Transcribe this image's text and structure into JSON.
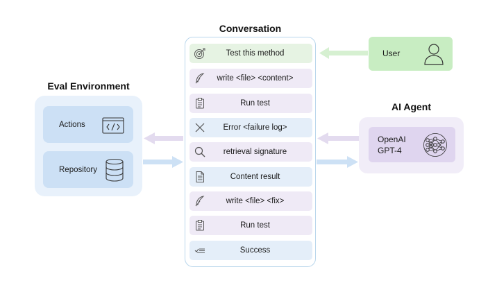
{
  "conversation": {
    "title": "Conversation",
    "messages": [
      {
        "text": "Test this method",
        "icon": "target-icon",
        "color": "green"
      },
      {
        "text": "write <file> <content>",
        "icon": "feather-icon",
        "color": "purple"
      },
      {
        "text": "Run test",
        "icon": "clipboard-icon",
        "color": "purple"
      },
      {
        "text": "Error <failure log>",
        "icon": "x-icon",
        "color": "blue"
      },
      {
        "text": "retrieval signature",
        "icon": "magnifier-icon",
        "color": "purple"
      },
      {
        "text": "Content result",
        "icon": "document-icon",
        "color": "blue"
      },
      {
        "text": "write <file> <fix>",
        "icon": "feather-icon",
        "color": "purple"
      },
      {
        "text": "Run test",
        "icon": "clipboard-icon",
        "color": "purple"
      },
      {
        "text": "Success",
        "icon": "check-list-icon",
        "color": "blue"
      }
    ]
  },
  "eval_environment": {
    "title": "Eval Environment",
    "actions_label": "Actions",
    "repository_label": "Repository"
  },
  "user": {
    "label": "User"
  },
  "ai_agent": {
    "title": "AI Agent",
    "line1": "OpenAI",
    "line2": "GPT-4"
  },
  "colors": {
    "green_msg": "#e6f3e3",
    "purple_msg": "#efeaf6",
    "blue_msg": "#e4eef9",
    "user_box": "#c8edc2",
    "agent_inner": "#dfd5ef",
    "eval_item": "#cce0f5",
    "arrow_green": "#d4efcf",
    "arrow_purple": "#e1d8ee",
    "arrow_blue": "#c9def3"
  }
}
